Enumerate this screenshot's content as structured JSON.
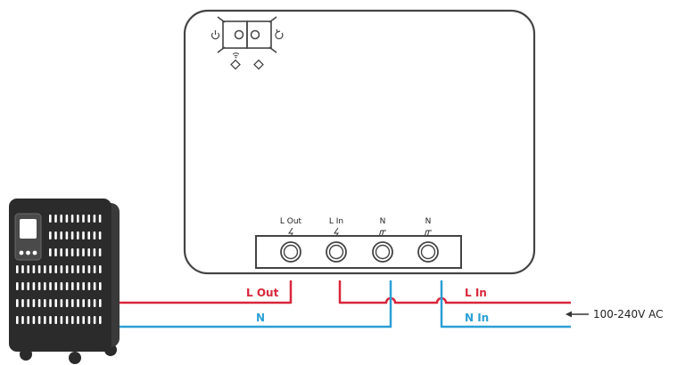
{
  "diagram": {
    "terminals": [
      {
        "label": "L Out",
        "symbol": "ϟ"
      },
      {
        "label": "L In",
        "symbol": "ϟ"
      },
      {
        "label": "N",
        "symbol": "⏚"
      },
      {
        "label": "N",
        "symbol": "⏚"
      }
    ],
    "wires": {
      "l_out_label": "L Out",
      "n_label": "N",
      "l_in_label": "L In",
      "n_in_label": "N In"
    },
    "supply_label": "100-240V AC",
    "colors": {
      "live": "#d9263a",
      "neutral": "#2a9fd6",
      "outline": "#444444",
      "heater": "#2b2b2b"
    },
    "icons": [
      "power-icon",
      "reset-icon",
      "wifi-icon",
      "led-icon",
      "heater-icon",
      "arrow-left-icon"
    ]
  }
}
